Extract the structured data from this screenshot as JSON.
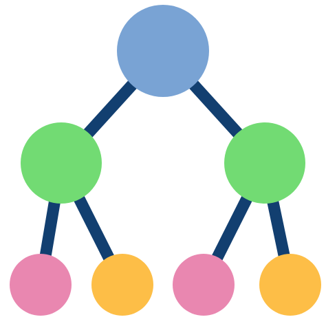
{
  "diagram": {
    "kind": "hierarchy-tree",
    "edge_color": "#123f70",
    "nodes": [
      {
        "id": "root",
        "level": 0,
        "parent": null,
        "color": "#79a3d4"
      },
      {
        "id": "left-child",
        "level": 1,
        "parent": "root",
        "color": "#72db73"
      },
      {
        "id": "right-child",
        "level": 1,
        "parent": "root",
        "color": "#72db73"
      },
      {
        "id": "left-leaf-1",
        "level": 2,
        "parent": "left-child",
        "color": "#e987b0"
      },
      {
        "id": "left-leaf-2",
        "level": 2,
        "parent": "left-child",
        "color": "#fdbe47"
      },
      {
        "id": "right-leaf-1",
        "level": 2,
        "parent": "right-child",
        "color": "#e987b0"
      },
      {
        "id": "right-leaf-2",
        "level": 2,
        "parent": "right-child",
        "color": "#fdbe47"
      }
    ]
  }
}
